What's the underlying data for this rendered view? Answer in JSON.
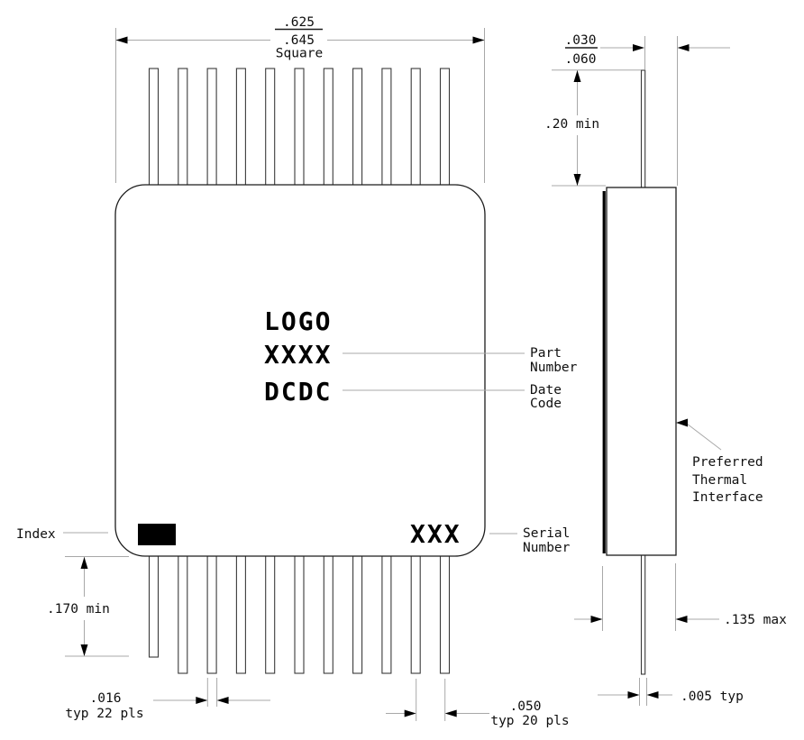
{
  "dimensions": {
    "body_square": {
      "upper": ".625",
      "lower": ".645",
      "caption": "Square"
    },
    "lead_offset": {
      "upper": ".030",
      "lower": ".060"
    },
    "top_lead_length": ".20 min",
    "bottom_lead_length": ".170 min",
    "lead_width": {
      "value": ".016",
      "note": "typ 22 pls"
    },
    "lead_pitch": {
      "value": ".050",
      "note": "typ 20 pls"
    },
    "body_thickness": ".135 max",
    "lead_thickness": ".005 typ"
  },
  "labels": {
    "index": "Index",
    "part_number": {
      "line1": "Part",
      "line2": "Number"
    },
    "date_code": {
      "line1": "Date",
      "line2": "Code"
    },
    "serial_number": {
      "line1": "Serial",
      "line2": "Number"
    },
    "thermal_interface": {
      "line1": "Preferred",
      "line2": "Thermal",
      "line3": "Interface"
    }
  },
  "package_markings": {
    "logo": "LOGO",
    "part_number": "XXXX",
    "date_code": "DCDC",
    "serial_number": "XXX"
  },
  "colors": {
    "outline": "#1c1c1c",
    "dimension_line": "#a8a8a8",
    "index_mark_fill": "#000000",
    "background": "#ffffff"
  }
}
